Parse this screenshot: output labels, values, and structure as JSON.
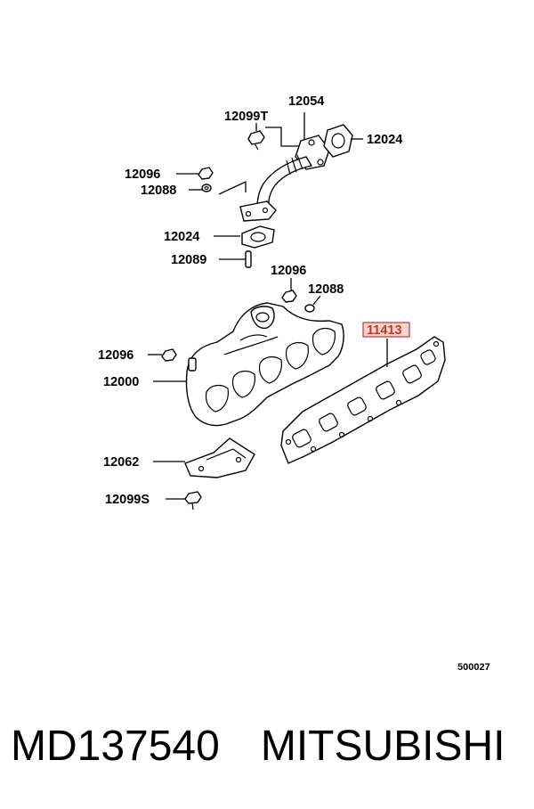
{
  "labels": {
    "l12054": "12054",
    "l12099T": "12099T",
    "l12024a": "12024",
    "l12096a": "12096",
    "l12088a": "12088",
    "l12024b": "12024",
    "l12089": "12089",
    "l12096b": "12096",
    "l12088b": "12088",
    "l12096c": "12096",
    "l12000": "12000",
    "l11413": "11413",
    "l12062": "12062",
    "l12099S": "12099S"
  },
  "diagram_code": "500027",
  "footer": {
    "part_number": "MD137540",
    "brand": "MITSUBISHI"
  },
  "colors": {
    "highlight": "#c0392b",
    "highlight_fill": "#f6d5d0"
  }
}
